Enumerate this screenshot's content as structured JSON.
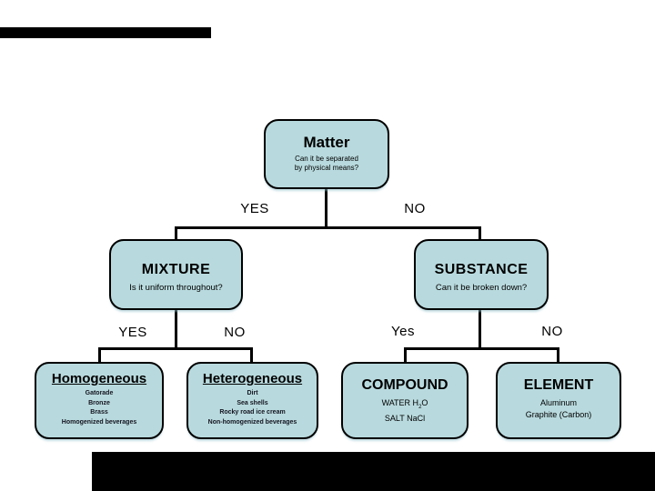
{
  "colors": {
    "node_fill": "#b8dade",
    "node_border": "#000000",
    "connector": "#000000",
    "background": "#ffffff",
    "decor_bar": "#000000"
  },
  "flowchart": {
    "root": {
      "title": "Matter",
      "question_line1": "Can it be separated",
      "question_line2": "by physical means?"
    },
    "branch1": {
      "yes": "YES",
      "no": "NO"
    },
    "mixture": {
      "title": "MIXTURE",
      "question": "Is it uniform throughout?"
    },
    "substance": {
      "title": "SUBSTANCE",
      "question": "Can it be broken down?"
    },
    "branch2_mixture": {
      "yes": "YES",
      "no": "NO"
    },
    "branch2_substance": {
      "yes": "Yes",
      "no": "NO"
    },
    "homogeneous": {
      "title": "Homogeneous",
      "examples": [
        "Gatorade",
        "Bronze",
        "Brass",
        "Homogenized beverages"
      ]
    },
    "heterogeneous": {
      "title": "Heterogeneous",
      "examples": [
        "Dirt",
        "Sea shells",
        "Rocky road ice cream",
        "Non-homogenized beverages"
      ]
    },
    "compound": {
      "title": "COMPOUND",
      "example1": {
        "pre": "WATER H",
        "sub": "2",
        "post": "O"
      },
      "example2": "SALT NaCl"
    },
    "element": {
      "title": "ELEMENT",
      "examples": [
        "Aluminum",
        "Graphite (Carbon)"
      ]
    }
  }
}
